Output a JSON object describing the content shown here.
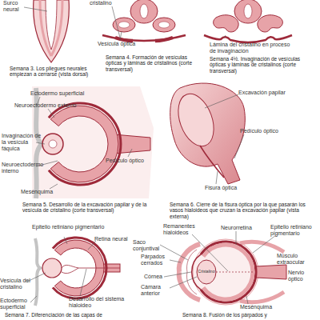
{
  "diagram": {
    "labels": [
      "Surco neural",
      "cristalino",
      "Vesícula óptica",
      "Lámina del cristalino en proceso de invaginación",
      "Semana 3. Los pliegues neurales empiezan a cerrarse (vista dorsal)",
      "Semana 4. Formación de vesículas ópticas y láminas de cristalinos (corte transversal)",
      "Semana 4½. Invaginación de vesículas ópticas y láminas de cristalinos (corte transversal)",
      "Ectodermo superficial",
      "Neuroectodermo externo",
      "Invaginación de la vesícula fáquica",
      "Pedículo óptico",
      "Neuroectodermo interno",
      "Mesénquima",
      "Excavación papilar",
      "Pedículo óptico",
      "Fisura óptica",
      "Semana 5. Desarrollo de la excavación papilar y de la vesícula de cristalino (corte transversal)",
      "Semana 6. Cierre de la fisura óptica por la que pasarán los vasos hialoideos que cruzan la excavación papilar (vista externa)",
      "Epitelio retiniano pigmentario",
      "Retina neural",
      "Vesícula del cristalino",
      "Ectodermo superficial",
      "Desarrollo del sistema hialoideo",
      "Semana 7. Diferenciación de las capas de",
      "Remanentes hialoideos",
      "Neurorretina",
      "Epitelio retiniano pigmentario",
      "Saco conjuntival",
      "Párpados cerrados",
      "Músculo extraocular",
      "Córnea",
      "Cristalino",
      "Cámara anterior",
      "Nervio óptico",
      "Mesénquima",
      "Semana 8. Fusión de los párpados y"
    ]
  }
}
